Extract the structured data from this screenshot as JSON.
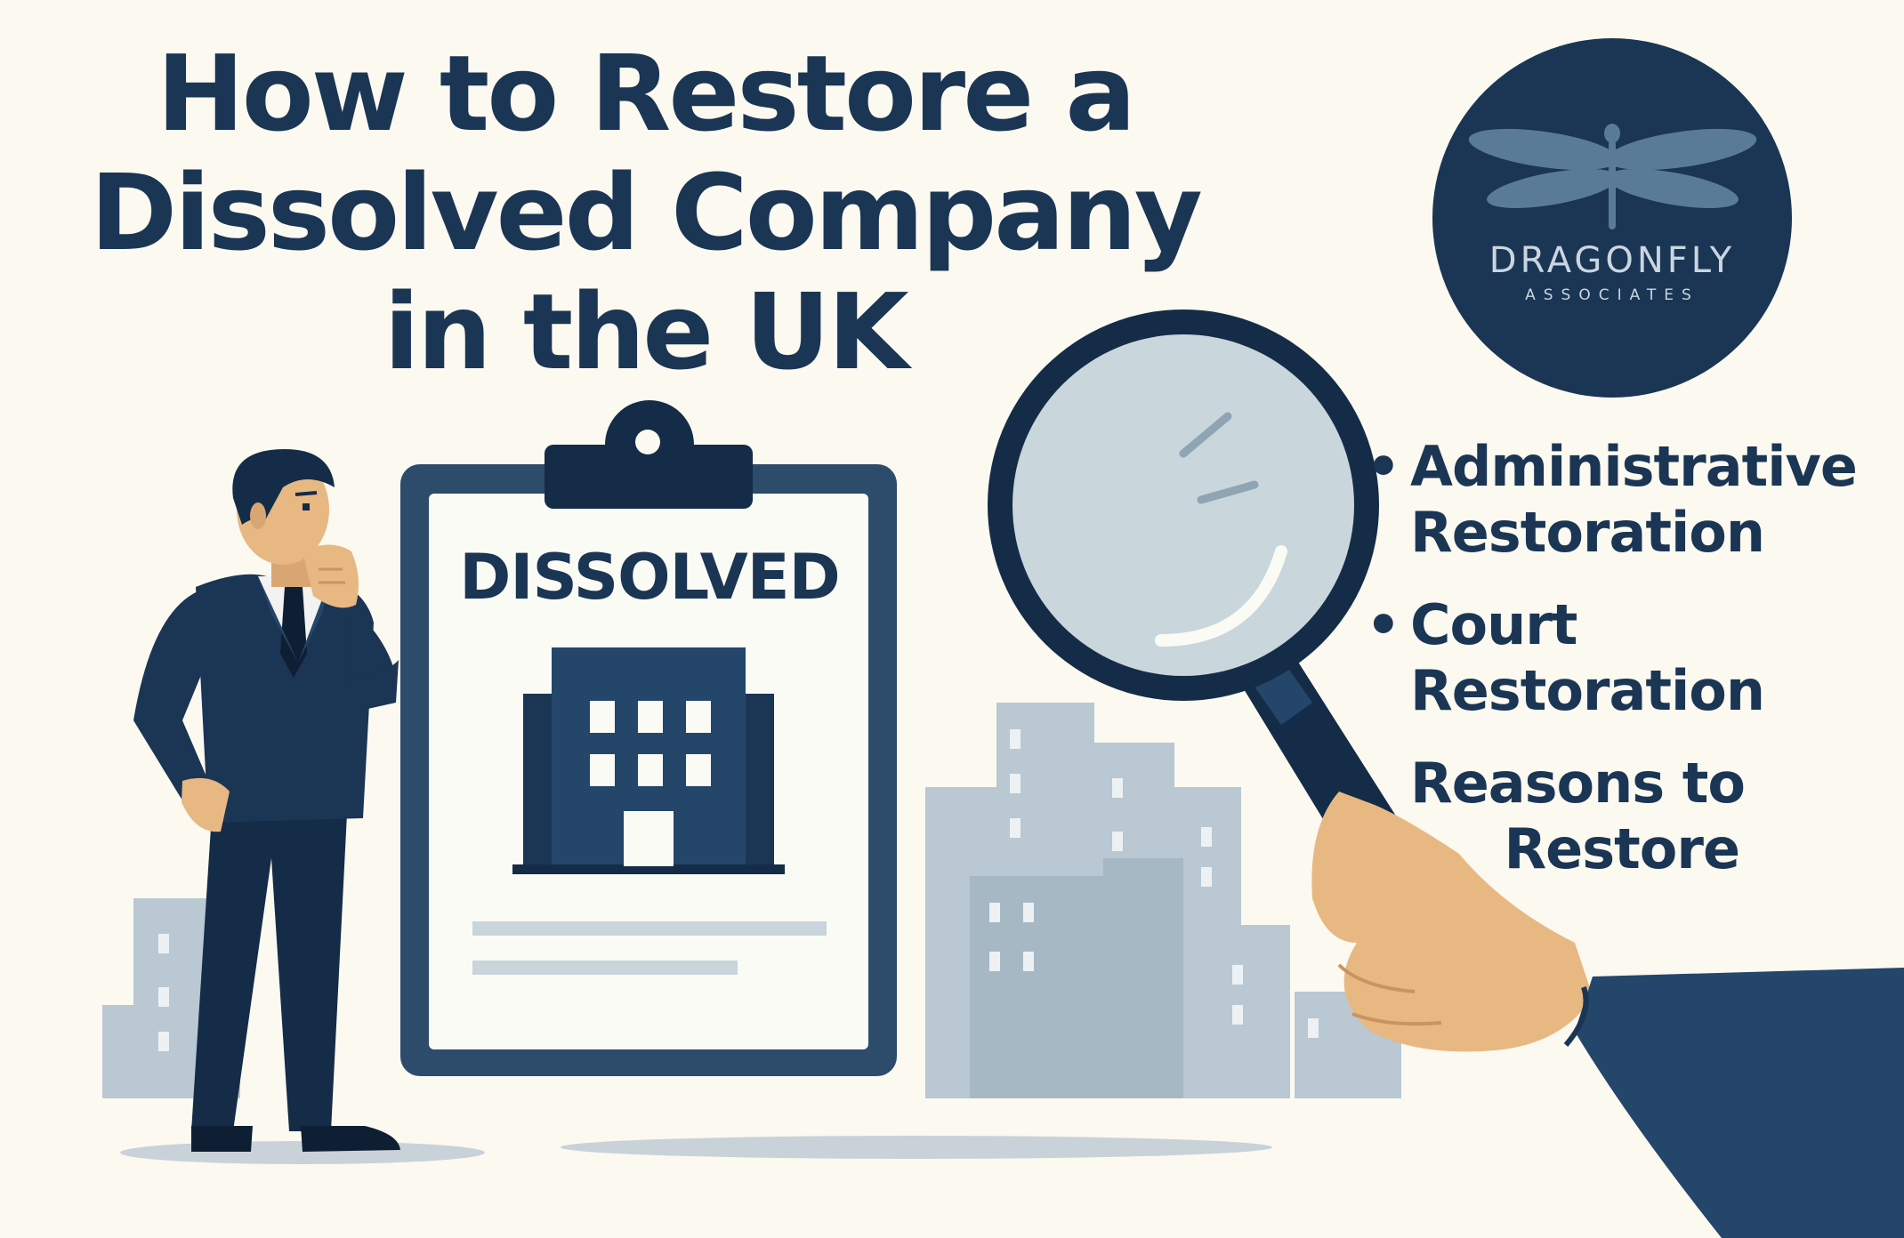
{
  "title": {
    "line1": "How to Restore a",
    "line2": "Dissolved Company",
    "line3": "in the UK"
  },
  "logo": {
    "name": "DRAGONFLY",
    "sub": "ASSOCIATES",
    "icon": "dragonfly-icon"
  },
  "clipboard": {
    "stamp": "DISSOLVED",
    "icon": "building-icon"
  },
  "points": [
    {
      "bullet": "•",
      "line1": "Administrative",
      "line2": "Restoration"
    },
    {
      "bullet": "•",
      "line1": "Court",
      "line2": "Restoration"
    },
    {
      "bullet": "",
      "line1": "Reasons to",
      "line2": "Restore"
    }
  ],
  "colors": {
    "background": "#fbf9f0",
    "navy": "#1b3554",
    "city": "#b8c7d1",
    "skin": "#e8b883"
  }
}
